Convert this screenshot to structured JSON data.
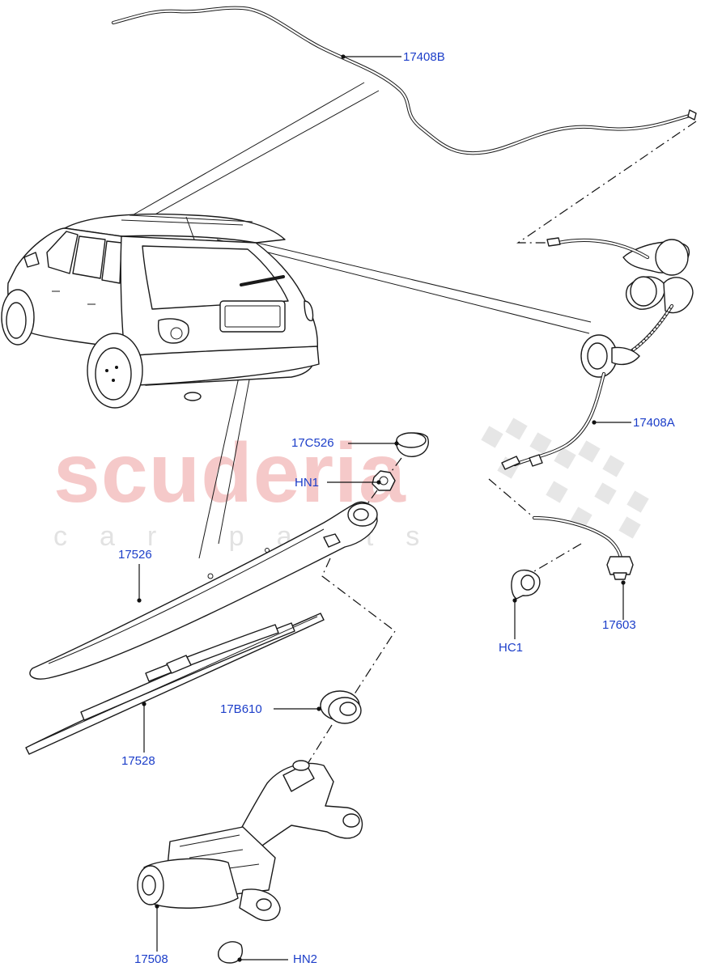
{
  "watermark": {
    "main": "scuderia",
    "sub": "car parts"
  },
  "callouts": {
    "c17408B": "17408B",
    "c17408A": "17408A",
    "c17C526": "17C526",
    "cHN1": "HN1",
    "c17526": "17526",
    "c17603": "17603",
    "cHC1": "HC1",
    "c17B610": "17B610",
    "c17528": "17528",
    "c17508": "17508",
    "cHN2": "HN2"
  },
  "colors": {
    "callout_text": "#1c3ec9",
    "watermark_main": "#f5c9c9",
    "watermark_sub": "#e2e2e2",
    "line_art": "#1a1a1a"
  }
}
